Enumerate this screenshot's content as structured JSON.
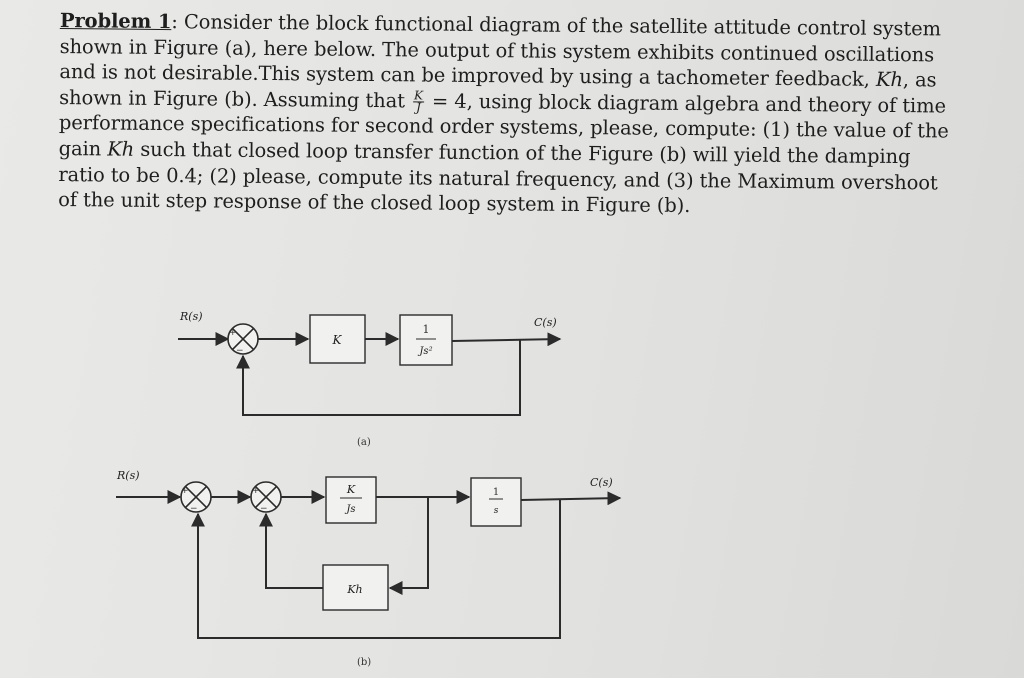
{
  "problem": {
    "heading": "Problem 1",
    "text_1": ": Consider the block functional diagram of the satellite attitude control system shown in Figure (a), here below. The output of this system exhibits continued oscillations and is not desirable.This system can be improved by using a tachometer feedback, ",
    "kh": "Kh",
    "text_2": ", as shown in Figure (b). Assuming that ",
    "frac_num": "K",
    "frac_den": "J",
    "text_3": " = 4, using block diagram algebra and theory of time performance specifications for second order systems, please, compute: (1) the value of the gain ",
    "text_4": " such that closed loop transfer function of the Figure (b) will yield the damping ratio to be 0.4; (2) please, compute its natural frequency, and (3) the Maximum overshoot of the unit step response of the closed loop system in Figure (b)."
  },
  "figure_a": {
    "input_label": "R(s)",
    "output_label": "C(s)",
    "block_gain": "K",
    "block_plant_num": "1",
    "block_plant_den": "Js²",
    "caption": "(a)"
  },
  "figure_b": {
    "input_label": "R(s)",
    "output_label": "C(s)",
    "block_forward_num": "K",
    "block_forward_den": "Js",
    "block_integrator_num": "1",
    "block_integrator_den": "s",
    "block_feedback": "Kh",
    "caption": "(b)"
  }
}
